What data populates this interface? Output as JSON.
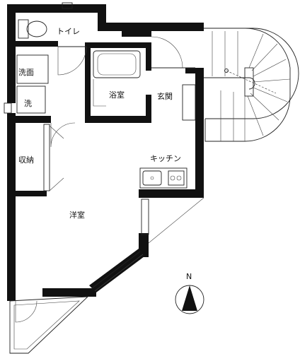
{
  "rooms": {
    "toilet": "トイレ",
    "washroom": "洗面",
    "laundry": "洗",
    "bathroom": "浴室",
    "entrance": "玄関",
    "storage": "収納",
    "kitchen": "キッチン",
    "western_room": "洋室"
  },
  "compass": {
    "north_label": "N"
  }
}
